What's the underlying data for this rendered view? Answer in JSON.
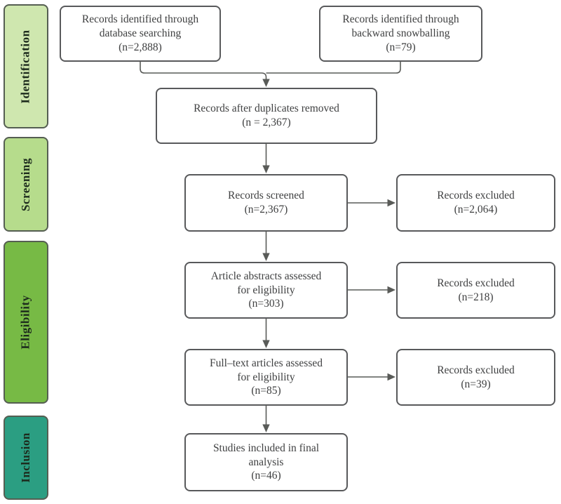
{
  "diagram_type": "PRISMA flow diagram",
  "colors": {
    "identification_fill": "#cfe7af",
    "screening_fill": "#b6dc8c",
    "eligibility_fill": "#77ba45",
    "inclusion_fill": "#2b9e82",
    "box_border": "#58595b",
    "arrow": "#595b58",
    "box_text": "#3f4041",
    "phase_text": "#1d2b1d"
  },
  "sidebar": {
    "phases": [
      {
        "id": "identification",
        "label": "Identification",
        "color": "#cfe7af"
      },
      {
        "id": "screening",
        "label": "Screening",
        "color": "#b6dc8c"
      },
      {
        "id": "eligibility",
        "label": "Eligibility",
        "color": "#77ba45"
      },
      {
        "id": "inclusion",
        "label": "Inclusion",
        "color": "#2b9e82"
      }
    ]
  },
  "flow": {
    "boxes": [
      {
        "id": "db-search",
        "n": "2,888",
        "label": "Records identified through\ndatabase searching\n(n=2,888)"
      },
      {
        "id": "snowball",
        "n": "79",
        "label": "Records identified through\nbackward snowballing\n(n=79)"
      },
      {
        "id": "duplicates",
        "n": "2,367",
        "label": "Records after duplicates removed\n(n = 2,367)"
      },
      {
        "id": "screened",
        "n": "2,367",
        "label": "Records screened\n(n=2,367)"
      },
      {
        "id": "excluded-1",
        "n": "2,064",
        "label": "Records excluded\n(n=2,064)"
      },
      {
        "id": "abstracts",
        "n": "303",
        "label": "Article abstracts assessed\nfor eligibility\n(n=303)"
      },
      {
        "id": "excluded-2",
        "n": "218",
        "label": "Records excluded\n(n=218)"
      },
      {
        "id": "fulltext",
        "n": "85",
        "label": "Full–text articles assessed\nfor eligibility\n(n=85)"
      },
      {
        "id": "excluded-3",
        "n": "39",
        "label": "Records excluded\n(n=39)"
      },
      {
        "id": "included",
        "n": "46",
        "label": "Studies included in final\nanalysis\n(n=46)"
      }
    ]
  }
}
